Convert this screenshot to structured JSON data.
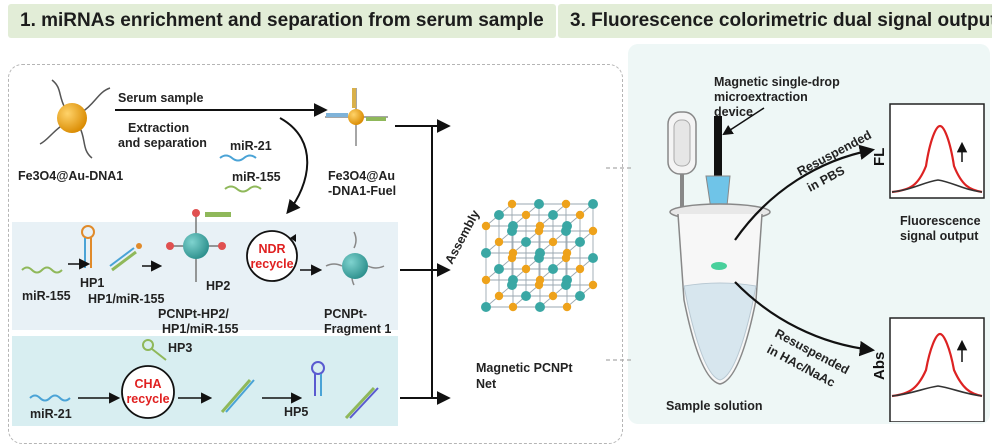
{
  "headers": {
    "section1": "1. miRNAs enrichment and separation from serum sample",
    "section3": "3. Fluorescence colorimetric dual signal output"
  },
  "labels": {
    "fe3o4_dna1": "Fe3O4@Au-DNA1",
    "serum_sample": "Serum sample",
    "extraction_1": "Extraction",
    "extraction_2": "and  separation",
    "mir21_top": "miR-21",
    "mir155_top": "miR-155",
    "fuel_1": "Fe3O4@Au",
    "fuel_2": "-DNA1-Fuel",
    "assembly": "Assembly",
    "hp1": "HP1",
    "mir155": "miR-155",
    "hp1_mir155": "HP1/miR-155",
    "hp2": "HP2",
    "ndr_1": "NDR",
    "ndr_2": "recycle",
    "pcnpt_hp2_1": "PCNPt-HP2/",
    "pcnpt_hp2_2": "HP1/miR-155",
    "fragment_1": "PCNPt-",
    "fragment_2": "Fragment 1",
    "hp3": "HP3",
    "cha_1": "CHA",
    "cha_2": "recycle",
    "hp5": "HP5",
    "mir21": "miR-21",
    "net_1": "Magnetic PCNPt",
    "net_2": "Net",
    "device_1": "Magnetic single-drop",
    "device_2": "microextraction",
    "device_3": "device",
    "pbs_1": "Resuspended",
    "pbs_2": "in PBS",
    "fl": "FL",
    "fluor_1": "Fluorescence",
    "fluor_2": "signal output",
    "hac_1": "Resuspended",
    "hac_2": "in HAc/NaAc",
    "abs": "Abs",
    "sample_solution": "Sample solution"
  },
  "colors": {
    "header_bg": "#e2edd7",
    "np_gold": "#eea21b",
    "np_teal": "#3aa7a4",
    "signal_red": "#dd2222",
    "panel_bg": "#eef7f6"
  }
}
